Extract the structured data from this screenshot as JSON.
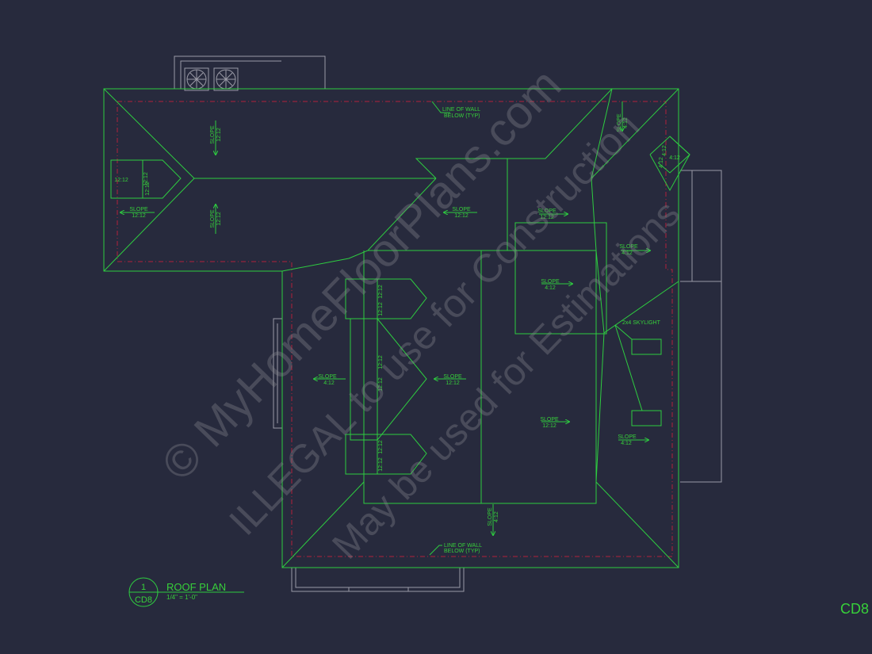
{
  "colors": {
    "background": "#272a3d",
    "roof_lines": "#2ecc40",
    "text": "#37d03a",
    "wall_dashed": "#b0203a",
    "grey_lines": "#9a9aa6",
    "watermark": "#8a8a92"
  },
  "watermark": {
    "line1": "© MyHomeFloorPlans.com",
    "line2": "ILLEGAL to use for Construction",
    "line3": "May be used for Estimations"
  },
  "sheet_id": "CD8",
  "title_block": {
    "number": "1",
    "sheet": "CD8",
    "title": "ROOF PLAN",
    "scale": "1/4\" = 1'-0\""
  },
  "notes": {
    "wall_top": [
      "LINE OF WALL",
      "BELOW (TYP)"
    ],
    "wall_bottom": [
      "LINE OF WALL",
      "BELOW (TYP)"
    ],
    "skylight": "2x4 SKYLIGHT"
  },
  "slopes": {
    "word": "SLOPE",
    "a1": "12:12",
    "a2": "12:12",
    "a3": "12:12",
    "a4": "12:12",
    "a5": "12:12",
    "a6": "4:12",
    "a7": "4:12",
    "a8": "4:12",
    "a9": "4:12",
    "a10": "12:12",
    "a11": "12:12",
    "a12": "4:12",
    "a13": "4:12",
    "a14": "4:12"
  },
  "pitch_labels": {
    "p1": "12:12",
    "p2": "12:12",
    "p3": "12:12",
    "p4": "4:12",
    "p5": "4:12",
    "p6": "12:12",
    "p7": "12:12",
    "p8": "12:12",
    "p9": "12:12",
    "p10": "12:12",
    "p11": "12:12"
  }
}
